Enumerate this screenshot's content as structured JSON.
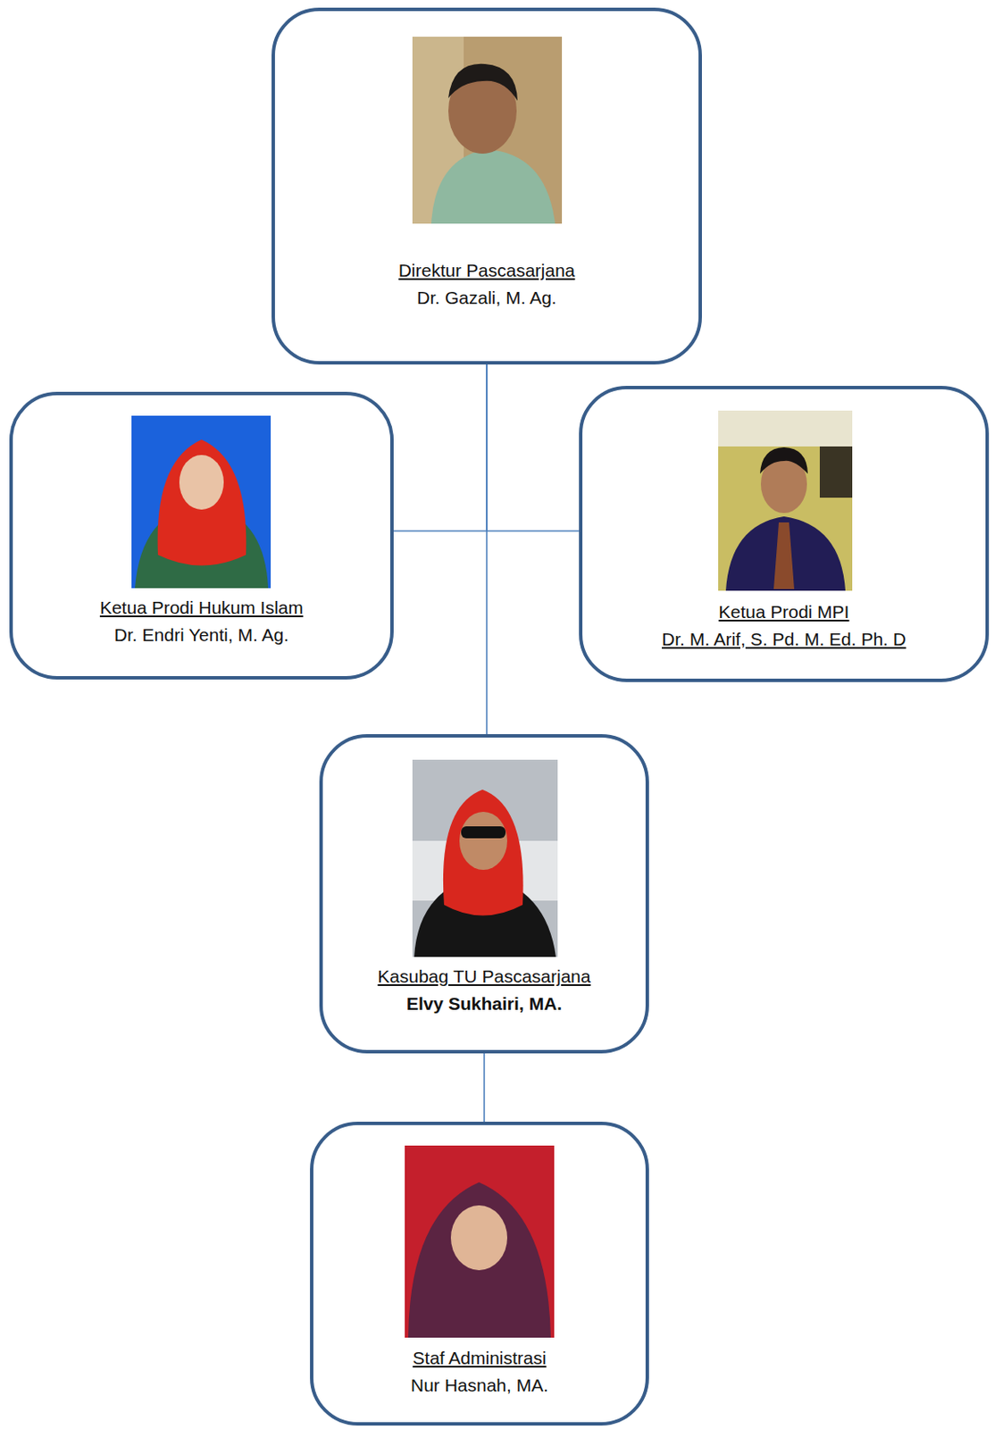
{
  "diagram": {
    "nodes": [
      {
        "text": [
          "Direktur Pascasarjana",
          "Dr. Gazali, M. Ag."
        ]
      },
      {
        "text": [
          "Ketua Prodi Hukum Islam",
          "Dr. Endri Yenti, M. Ag."
        ]
      },
      {
        "text": [
          "Ketua Prodi MPI",
          "Dr. M. Arif, S. Pd. M. Ed. Ph. D"
        ]
      },
      {
        "text": [
          "Kasubag TU Pascasarjana",
          "Elvy Sukhairi, MA."
        ]
      },
      {
        "text": [
          "Staf Administrasi",
          "Nur Hasnah, MA."
        ]
      }
    ],
    "edges": [
      {
        "from": 0,
        "to": 1,
        "arrow": "none"
      },
      {
        "from": 0,
        "to": 2,
        "arrow": "none"
      },
      {
        "from": 0,
        "to": 3,
        "arrow": "none"
      },
      {
        "from": 3,
        "to": 4,
        "arrow": "none"
      }
    ]
  }
}
